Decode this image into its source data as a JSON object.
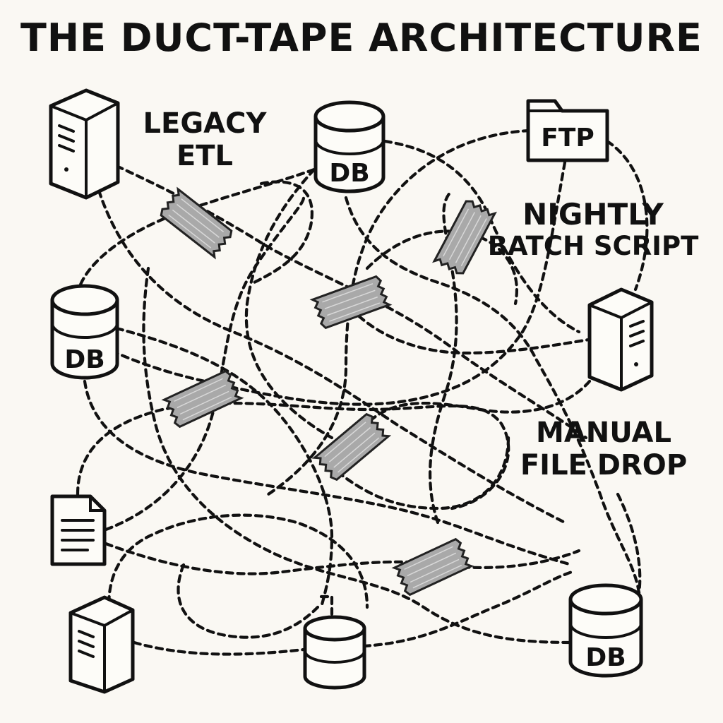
{
  "title": "THE DUCT-TAPE ARCHITECTURE",
  "labels": {
    "legacy_etl": [
      "LEGACY",
      "ETL"
    ],
    "nightly_batch": [
      "NIGHTLY",
      "BATCH SCRIPT"
    ],
    "manual_file_drop": [
      "MANUAL",
      "FILE DROP"
    ]
  },
  "nodes": {
    "db_label": "DB",
    "ftp_label": "FTP"
  },
  "colors": {
    "background": "#faf8f3",
    "ink": "#111111",
    "tape": "#a9a9a9"
  },
  "icons": [
    "server-icon",
    "database-icon",
    "ftp-folder-icon",
    "document-icon",
    "duct-tape"
  ]
}
